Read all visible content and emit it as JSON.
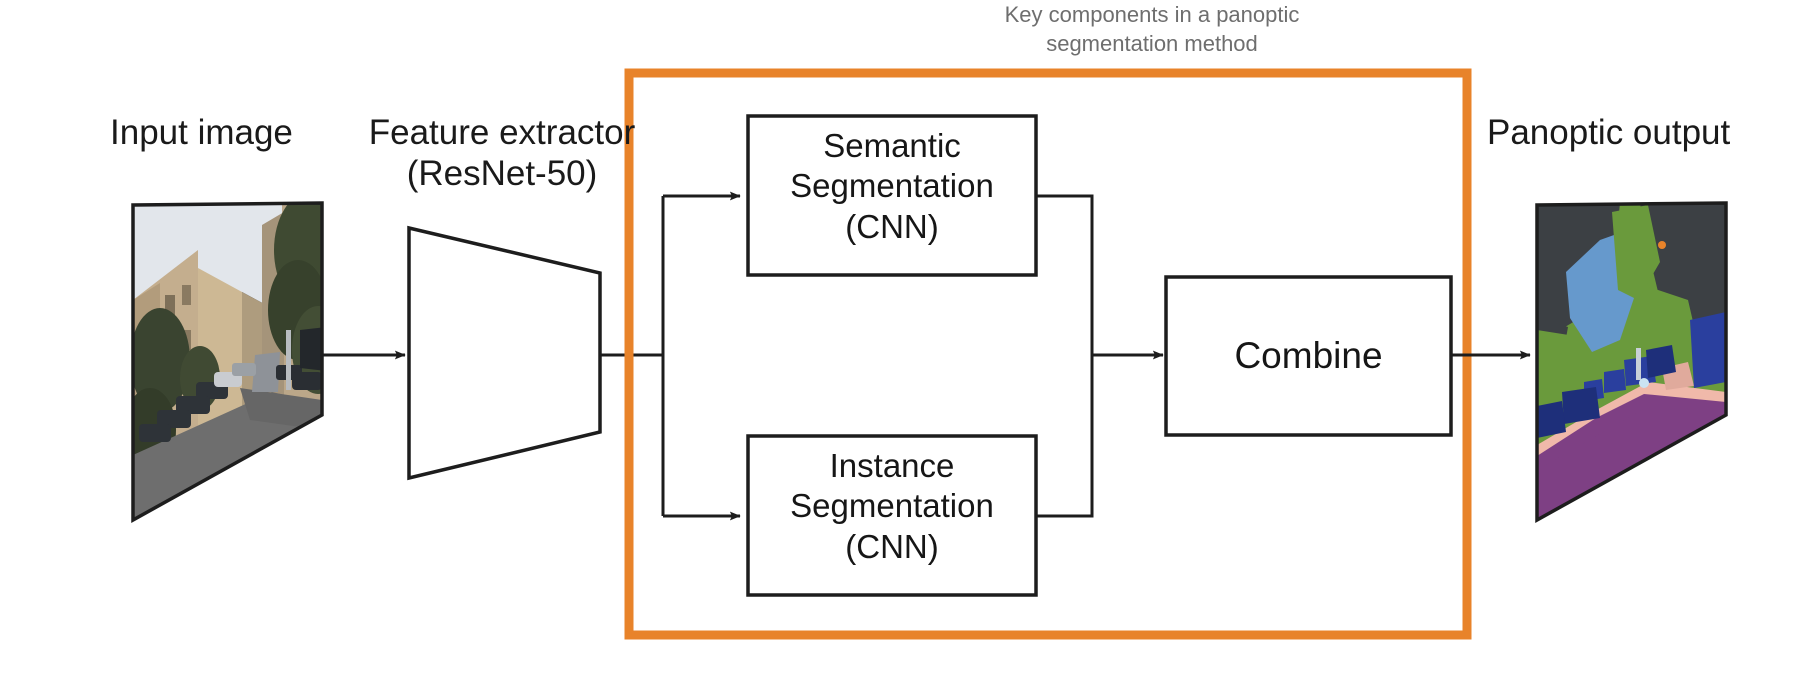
{
  "figure": {
    "caption": {
      "line1": "Key components in a panoptic",
      "line2": "segmentation method",
      "color": "#6e6e6e"
    },
    "labels": {
      "input_image": "Input image",
      "feature_extractor_line1": "Feature extractor",
      "feature_extractor_line2": "(ResNet-50)",
      "panoptic_output": "Panoptic output"
    },
    "boxes": {
      "semantic": {
        "line1": "Semantic",
        "line2": "Segmentation",
        "line3": "(CNN)"
      },
      "instance": {
        "line1": "Instance",
        "line2": "Segmentation",
        "line3": "(CNN)"
      },
      "combine": {
        "label": "Combine"
      }
    },
    "highlight": {
      "color": "#E8832A",
      "stroke_width": 9
    },
    "stroke": {
      "color": "#1d1d1d",
      "width": 3
    },
    "palette": {
      "background": "#ffffff",
      "text": "#1a1a1a",
      "caption_text": "#6e6e6e",
      "box_border": "#1d1d1d",
      "orange": "#E8832A",
      "seg_vegetation": "#6A9A3C",
      "seg_building": "#3C4044",
      "seg_sky": "#6699CC",
      "seg_road": "#7E4084",
      "seg_sidewalk": "#F0B9AA",
      "seg_car": "#2A3F9E",
      "seg_car_alt": "#1E2F7A",
      "seg_pole": "#C8D0D8",
      "photo_sky": "#DDE2E8",
      "photo_building_left": "#C4AE8E",
      "photo_building_right": "#BBA789",
      "photo_tree": "#3F4A32",
      "photo_road": "#6E6E6E",
      "photo_car": "#2E3338"
    }
  }
}
